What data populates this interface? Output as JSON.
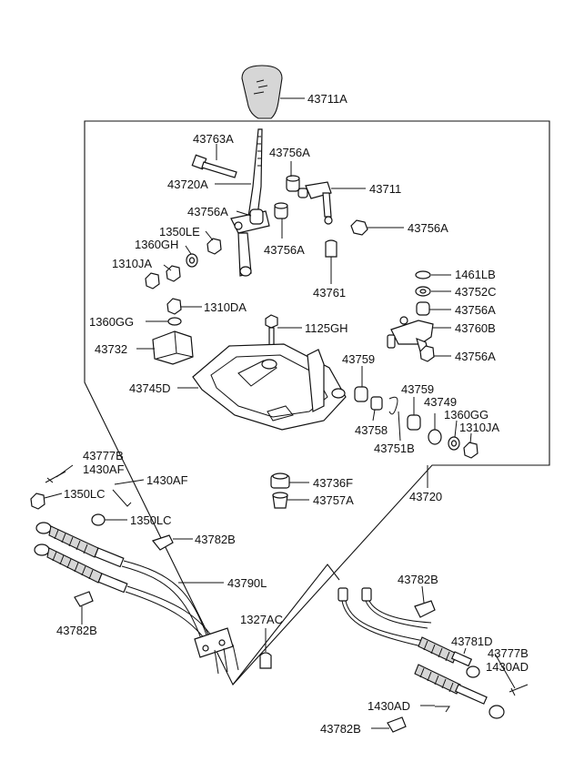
{
  "labels": {
    "43711A": "43711A",
    "43763A": "43763A",
    "43756A_1": "43756A",
    "43711": "43711",
    "43720A": "43720A",
    "43756A_2": "43756A",
    "43756A_3": "43756A",
    "1350LE": "1350LE",
    "1360GH": "1360GH",
    "1310JA_1": "1310JA",
    "43756A_4": "43756A",
    "43761": "43761",
    "1461LB": "1461LB",
    "43752C": "43752C",
    "1310DA": "1310DA",
    "43756A_5": "43756A",
    "1360GG_1": "1360GG",
    "1125GH": "1125GH",
    "43760B": "43760B",
    "43732": "43732",
    "43756A_6": "43756A",
    "43759_1": "43759",
    "43745D": "43745D",
    "43759_2": "43759",
    "43749": "43749",
    "1360GG_2": "1360GG",
    "43758": "43758",
    "1310JA_2": "1310JA",
    "43751B": "43751B",
    "43777B_1": "43777B",
    "1430AF_1": "1430AF",
    "1430AF_2": "1430AF",
    "43736F": "43736F",
    "1350LC_1": "1350LC",
    "43757A": "43757A",
    "43720": "43720",
    "1350LC_2": "1350LC",
    "43782B_1": "43782B",
    "43790L": "43790L",
    "43782B_2": "43782B",
    "1327AC": "1327AC",
    "43782B_3": "43782B",
    "43781D": "43781D",
    "43777B_2": "43777B",
    "1430AD_1": "1430AD",
    "1430AD_2": "1430AD",
    "43782B_4": "43782B"
  }
}
